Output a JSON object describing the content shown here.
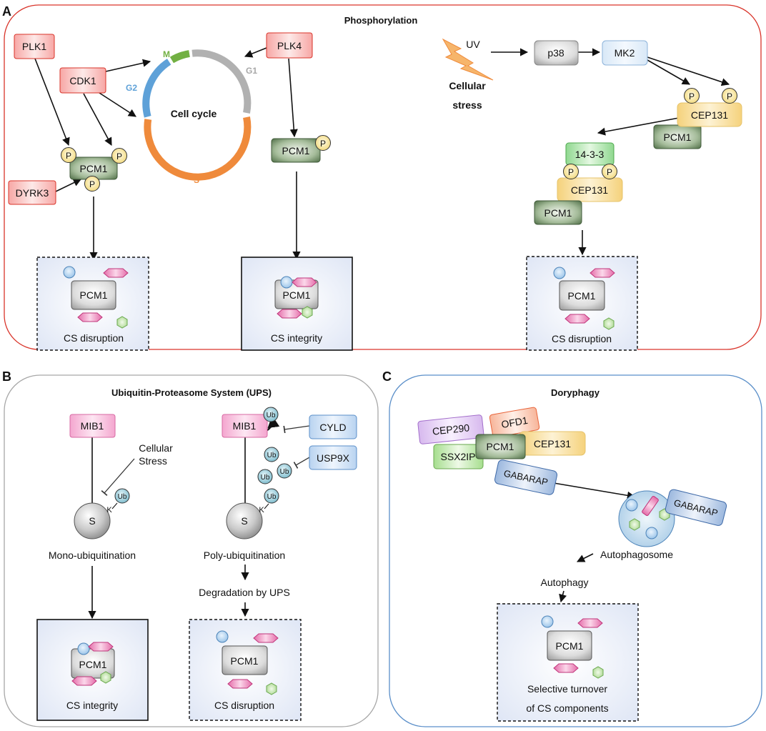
{
  "panels": {
    "a": {
      "letter": "A",
      "title": "Phosphorylation",
      "kinases": {
        "plk1": "PLK1",
        "cdk1": "CDK1",
        "dyrk3": "DYRK3",
        "plk4": "PLK4"
      },
      "cell_cycle": {
        "label": "Cell cycle",
        "phases": {
          "m": "M",
          "g1": "G1",
          "g2": "G2",
          "s": "S"
        }
      },
      "stress": {
        "uv": "UV",
        "cellular": "Cellular",
        "stress": "stress"
      },
      "kinase_cascade": {
        "p38": "p38",
        "mk2": "MK2"
      },
      "proteins": {
        "pcm1": "PCM1",
        "cep131": "CEP131",
        "fourteen33": "14-3-3"
      },
      "phospho": "P",
      "outcomes": {
        "left": "CS disruption",
        "middle": "CS integrity",
        "right": "CS disruption"
      }
    },
    "b": {
      "letter": "B",
      "title": "Ubiquitin-Proteasome System (UPS)",
      "mib1": "MIB1",
      "stress_line1": "Cellular",
      "stress_line2": "Stress",
      "cyld": "CYLD",
      "usp9x": "USP9X",
      "ub": "Ub",
      "substrate": "S",
      "lysine": "K",
      "mono": "Mono-ubiquitination",
      "poly": "Poly-ubiquitination",
      "degradation": "Degradation by UPS",
      "outcomes": {
        "left": "CS integrity",
        "right": "CS disruption"
      }
    },
    "c": {
      "letter": "C",
      "title": "Doryphagy",
      "proteins": {
        "cep290": "CEP290",
        "ofd1": "OFD1",
        "cep131": "CEP131",
        "ssx2ip": "SSX2IP",
        "pcm1": "PCM1",
        "gabarap": "GABARAP"
      },
      "autophagosome": "Autophagosome",
      "autophagy": "Autophagy",
      "outcome_line1": "Selective turnover",
      "outcome_line2": "of CS components"
    }
  },
  "colors": {
    "panel_a_border": "#d9342a",
    "panel_b_border": "#a8a8a8",
    "panel_c_border": "#5b8fc9",
    "kinase_fill": "#f6b3b1",
    "pcm1_fill": "#5e7d54",
    "cep131_fill": "#f6d98a",
    "phospho_fill": "#f6e28f",
    "mib1_fill": "#f4b4d6",
    "dub_fill": "#c6dbf3",
    "ub_fill": "#8fc6d6",
    "g2_arc": "#5ea1d8",
    "m_arc": "#72b043",
    "g1_arc": "#b1b1b1",
    "s_arc": "#ef8a3b"
  }
}
